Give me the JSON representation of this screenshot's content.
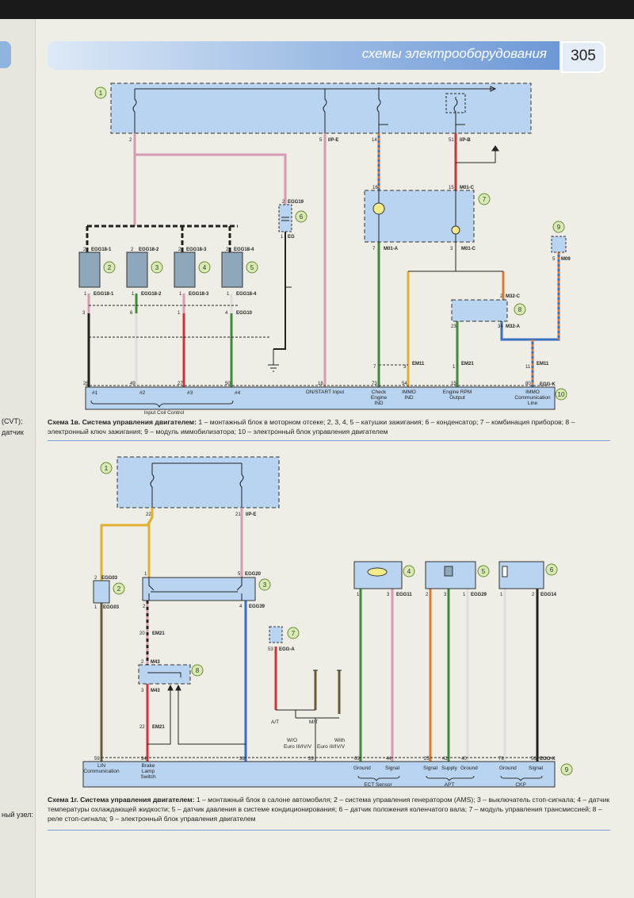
{
  "header": {
    "section_title": "схемы электрооборудования",
    "page_number": "305"
  },
  "left_margin": [
    "(CVT);",
    "датчик",
    "ный узел:"
  ],
  "colors": {
    "pink": "#d79ab4",
    "red": "#c8353a",
    "green": "#3f8a3a",
    "yellow": "#e0b030",
    "blue": "#3a6fc0",
    "brown": "#6b5a3a",
    "orange": "#d9783a",
    "module_fill": "#b9d4f0",
    "callout_fill": "#d8ebb2"
  },
  "diagram_1": {
    "callouts": [
      "1",
      "2",
      "3",
      "4",
      "5",
      "6",
      "7",
      "8",
      "9",
      "10"
    ],
    "block1_pins": {
      "p2": "2",
      "p5": "5",
      "ipe": "I/P-E",
      "p14": "14",
      "p51": "51",
      "ipb": "I/P-B"
    },
    "capacitor": {
      "top_pin": "2",
      "top_conn": "EGG19",
      "bottom_pin": "1",
      "bottom_conn": "EG"
    },
    "coils": [
      {
        "top_pin": "2",
        "top_conn": "EGG18-1",
        "bottom_pin": "1",
        "bottom_conn": "EGG18-1",
        "mid_pin": "3",
        "mid_conn": ""
      },
      {
        "top_pin": "2",
        "top_conn": "EGG18-2",
        "bottom_pin": "1",
        "bottom_conn": "EGG18-2",
        "mid_pin": "6",
        "mid_conn": ""
      },
      {
        "top_pin": "2",
        "top_conn": "EGG18-3",
        "bottom_pin": "1",
        "bottom_conn": "EGG18-3",
        "mid_pin": "1",
        "mid_conn": ""
      },
      {
        "top_pin": "2",
        "top_conn": "EGG18-4",
        "bottom_pin": "1",
        "bottom_conn": "EGG18-4",
        "mid_pin": "4",
        "mid_conn": "EGG10"
      }
    ],
    "cluster": {
      "top_left_pin": "16",
      "top_right_pin": "15",
      "top_right_conn": "M01-C",
      "bottom_left_pin": "7",
      "bottom_left_conn": "M01-A",
      "bottom_right_pin": "3",
      "bottom_right_conn": "M01-C"
    },
    "immo_key": {
      "top_pin": "2",
      "top_conn": "M32-C",
      "left_pin": "23",
      "right_pin": "34",
      "right_conn": "M32-A"
    },
    "immo_module": {
      "pin": "5",
      "conn": "M09"
    },
    "inline": [
      {
        "pin": "7",
        "conn": ""
      },
      {
        "pin": "3",
        "conn": "EM11"
      },
      {
        "pin": "1",
        "conn": "EM21"
      },
      {
        "pin": "11",
        "conn": "EM11"
      }
    ],
    "ecu_connector": "EGG-K",
    "ecu_pins": [
      {
        "pin": "26",
        "label": "#1"
      },
      {
        "pin": "49",
        "label": "#2"
      },
      {
        "pin": "27",
        "label": "#3"
      },
      {
        "pin": "50",
        "label": "#4"
      },
      {
        "pin": "18",
        "label": "ON/START Input"
      },
      {
        "pin": "73",
        "label": "Check Engine IND"
      },
      {
        "pin": "54",
        "label": "IMMO IND"
      },
      {
        "pin": "15",
        "label": "Engine RPM Output"
      },
      {
        "pin": "80",
        "label": "IMMO Communication Line"
      }
    ],
    "group_label": "Input Coil Control",
    "caption_title": "Схема 1в. Система управления двигателем:",
    "caption_text": " 1 – монтажный блок в моторном отсеке; 2, 3, 4, 5 – катушки зажигания; 6 – конденсатор; 7 – комбинация приборов; 8 – электронный ключ зажигания; 9 – модуль иммобилизатора; 10 – электронный блок управления двигателем"
  },
  "diagram_2": {
    "callouts": [
      "1",
      "2",
      "3",
      "4",
      "5",
      "6",
      "7",
      "8",
      "9"
    ],
    "block1_pins": {
      "p22": "22",
      "p21": "21",
      "ipe": "I/P-E"
    },
    "ams": {
      "top_pin": "2",
      "top_conn": "EGG03",
      "bottom_pin": "1",
      "bottom_conn": "EGG03"
    },
    "brake_switch": {
      "top_left_pin": "1",
      "top_right_pin": "5",
      "top_right_conn": "EGG20",
      "bottom_left_pin": "2",
      "bottom_right_pin": "4",
      "bottom_right_conn": "EGG39"
    },
    "inline_em21_top": {
      "pin": "20",
      "conn": "EM21"
    },
    "relay": {
      "top_pin": "2",
      "top_conn": "M43",
      "bottom_pin": "3",
      "bottom_conn": "M43"
    },
    "inline_em21_bottom": {
      "pin": "22",
      "conn": "EM21"
    },
    "tcm": {
      "pin": "53",
      "conn": "EGG-A"
    },
    "variants": {
      "at": "A/T",
      "mt": "M/T",
      "wo": "W/O",
      "with": "With",
      "euro": "Euro III/IV/V"
    },
    "ect": {
      "left_pin": "1",
      "right_pin": "3",
      "conn": "EGG11"
    },
    "apt": {
      "p1": "2",
      "p2": "3",
      "p3": "1",
      "conn": "EGG29"
    },
    "ckp": {
      "p1": "1",
      "p2": "2",
      "conn": "EGG14"
    },
    "ecu_connector": "EGG-K",
    "ecu_pins": [
      {
        "pin": "59",
        "label": "LIN Communication"
      },
      {
        "pin": "34",
        "label": "Brake Lamp Switch"
      },
      {
        "pin": "38",
        "label": ""
      },
      {
        "pin": "39",
        "label": ""
      },
      {
        "pin": "63",
        "label": "Ground"
      },
      {
        "pin": "44",
        "label": "Signal"
      },
      {
        "pin": "25",
        "label": "Signal"
      },
      {
        "pin": "42",
        "label": "Supply"
      },
      {
        "pin": "40",
        "label": "Ground"
      },
      {
        "pin": "78",
        "label": "Ground"
      },
      {
        "pin": "56",
        "label": "Signal"
      }
    ],
    "groups": {
      "ect": "ECT Sensor",
      "apt": "APT",
      "ckp": "CKP"
    },
    "caption_title": "Схема 1г. Система управления двигателем:",
    "caption_text": " 1 – монтажный блок в салоне автомобиля; 2 – система управления генератором (AMS); 3 – выключатель стоп-сигнала; 4 – датчик температуры охлаждающей жидкости; 5 – датчик давления в системе кондиционирования; 6 – датчик положения коленчатого вала; 7 – модуль управления трансмиссией; 8 – реле стоп-сигнала; 9 – электронный блок управления двигателем"
  }
}
